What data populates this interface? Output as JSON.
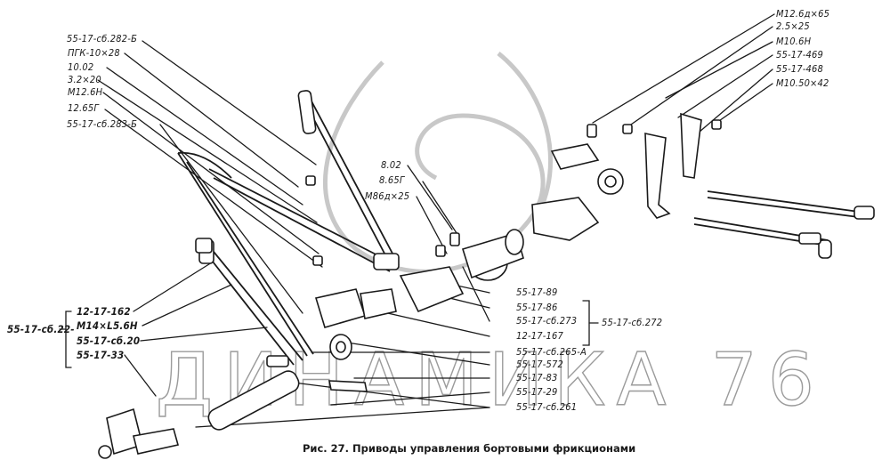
{
  "left_labels": {
    "a": "55-17-сб.282-Б",
    "b": "ПГК-10×28",
    "c": "10.02",
    "d": "3.2×20",
    "e": "М12.6Н",
    "f": "12.65Г",
    "g": "55-17-сб.283-Б"
  },
  "top_right_labels": {
    "a": "М12.6д×65",
    "b": "2.5×25",
    "c": "М10.6Н",
    "d": "55-17-469",
    "e": "55-17-468",
    "f": "М10.50×42"
  },
  "middle_labels": {
    "a": "8.02",
    "b": "8.65Г",
    "c": "М86д×25"
  },
  "group_left": {
    "label": "55-17-сб.22-",
    "items": [
      "12-17-162",
      "М14×L5.6Н",
      "55-17-сб.20",
      "55-17-33"
    ]
  },
  "bottom_labels": {
    "a": "55-17-89",
    "b": "55-17-86",
    "c": "55-17-сб.273",
    "d": "12-17-167",
    "e": "55-17-сб.265-А",
    "f": "55-17-572",
    "g": "55-17-83",
    "h": "55-17-29",
    "i": "55-17-сб.261",
    "group": "55-17-сб.272"
  },
  "caption": "Рис. 27. Приводы управления бортовыми фрикционами",
  "watermark": "ДИНАМИКА 76",
  "colors": {
    "ink": "#1a1a1a",
    "watermark": "#8a8a8a",
    "background": "#ffffff"
  }
}
